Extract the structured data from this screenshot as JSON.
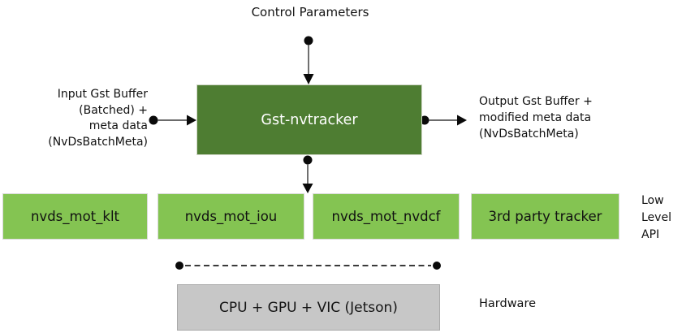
{
  "diagram": {
    "control_parameters_label": "Control Parameters",
    "plugin_box_label": "Gst-nvtracker",
    "input_label_lines": {
      "0": "Input Gst Buffer",
      "1": "(Batched) +",
      "2": "meta data",
      "3": "(NvDsBatchMeta)"
    },
    "output_label_lines": {
      "0": "Output Gst Buffer +",
      "1": "modified meta data",
      "2": "(NvDsBatchMeta)"
    },
    "low_level_trackers": {
      "0": "nvds_mot_klt",
      "1": "nvds_mot_iou",
      "2": "nvds_mot_nvdcf",
      "3": "3rd party tracker"
    },
    "low_level_api_lines": {
      "0": "Low",
      "1": "Level",
      "2": "API"
    },
    "hardware_box_label": "CPU + GPU + VIC (Jetson)",
    "hardware_label": "Hardware",
    "colors": {
      "plugin_green": "#4e7d32",
      "tracker_green": "#84c452",
      "hardware_gray": "#c7c7c7",
      "connector_black": "#0a0a0a"
    }
  }
}
